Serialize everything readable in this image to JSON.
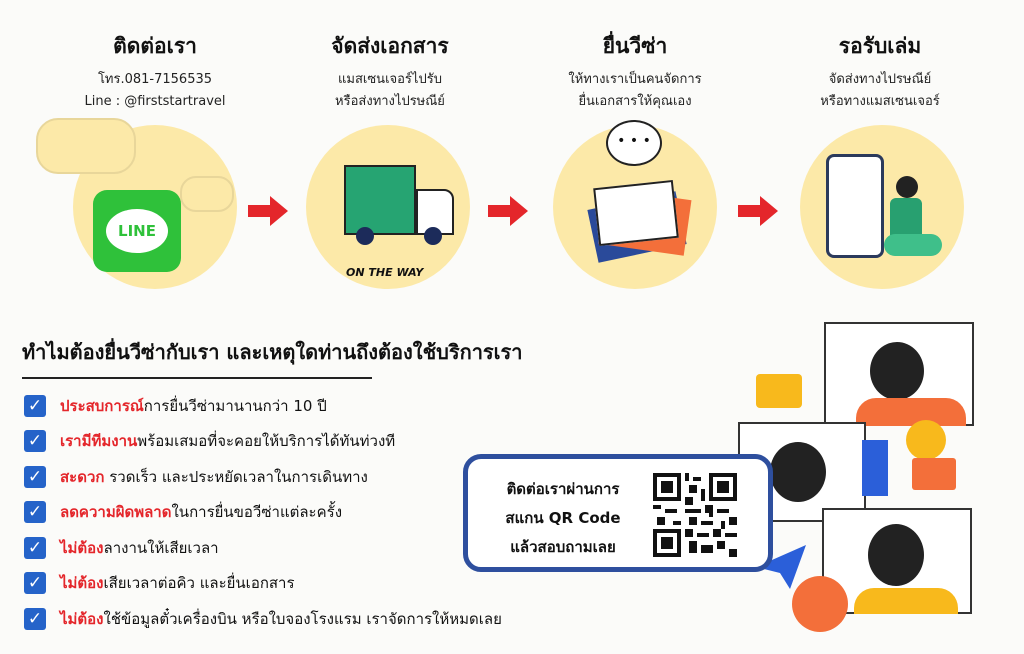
{
  "steps": [
    {
      "title": "ติดต่อเรา",
      "line1": "โทร.081-7156535",
      "line2": "Line : @firststartravel",
      "icon": "line-app-icon",
      "icon_label": "LINE"
    },
    {
      "title": "จัดส่งเอกสาร",
      "line1": "แมสเซนเจอร์ไปรับ",
      "line2": "หรือส่งทางไปรษณีย์",
      "icon": "delivery-truck-icon",
      "icon_label": "ON THE WAY"
    },
    {
      "title": "ยื่นวีซ่า",
      "line1": "ให้ทางเราเป็นคนจัดการ",
      "line2": "ยื่นเอกสารให้คุณเอง",
      "icon": "documents-icon"
    },
    {
      "title": "รอรับเล่ม",
      "line1": "จัดส่งทางไปรษณีย์",
      "line2": "หรือทางแมสเซนเจอร์",
      "icon": "courier-icon"
    }
  ],
  "heading": "ทำไมต้องยื่นวีซ่ากับเรา และเหตุใดท่านถึงต้องใช้บริการเรา",
  "reasons": [
    {
      "highlight": "ประสบการณ์",
      "text": "การยื่นวีซ่ามานานกว่า 10 ปี"
    },
    {
      "highlight": "เรามีทีมงาน",
      "text": "พร้อมเสมอที่จะคอยให้บริการได้ทันท่วงที"
    },
    {
      "highlight": "สะดวก",
      "text": " รวดเร็ว และประหยัดเวลาในการเดินทาง"
    },
    {
      "highlight": "ลดความผิดพลาด",
      "text": "ในการยื่นขอวีซ่าแต่ละครั้ง"
    },
    {
      "highlight": "ไม่ต้อง",
      "text": "ลางานให้เสียเวลา"
    },
    {
      "highlight": "ไม่ต้อง",
      "text": "เสียเวลาต่อคิว และยื่นเอกสาร"
    },
    {
      "highlight": "ไม่ต้อง",
      "text": "ใช้ข้อมูลตั๋วเครื่องบิน หรือใบจองโรงแรม เราจัดการให้หมดเลย"
    }
  ],
  "qr": {
    "line1": "ติดต่อเราผ่านการ",
    "line2": "สแกน QR Code",
    "line3": "แล้วสอบถามเลย"
  },
  "colors": {
    "accent": "#e4262b",
    "check": "#2563c9",
    "circle": "#fce9a8",
    "border": "#2e4f9e"
  }
}
